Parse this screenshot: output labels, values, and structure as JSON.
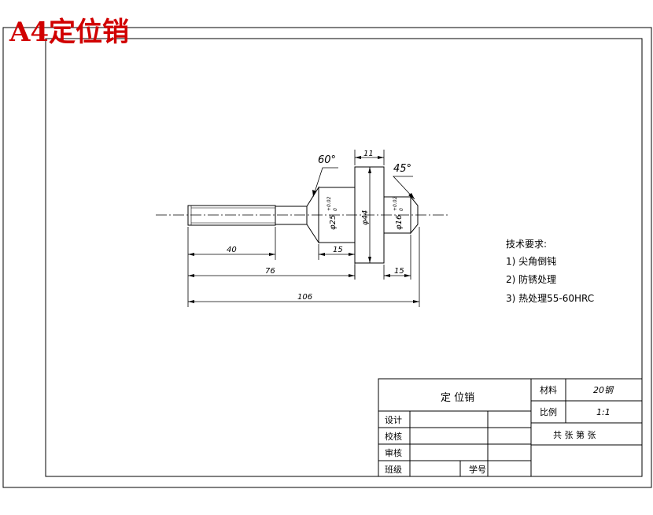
{
  "header": {
    "title": "A4定位销"
  },
  "dimensions": {
    "len_thread": "40",
    "len_mid": "76",
    "len_total": "106",
    "len_collar": "15",
    "len_tip": "15",
    "width_flange": "11",
    "angle_left": "60°",
    "angle_right": "45°",
    "dia_flange": "φ44",
    "dia_main": "φ25",
    "dia_main_tol": "+0.02",
    "dia_main_tol2": "0",
    "dia_tip": "φ16",
    "dia_tip_tol": "+0.02",
    "dia_tip_tol2": "0"
  },
  "notes": {
    "heading": "技术要求:",
    "items": [
      "1) 尖角倒钝",
      "2) 防锈处理",
      "3) 热处理55-60HRC"
    ]
  },
  "title_block": {
    "part_name": "定 位销",
    "material_label": "材料",
    "material_value": "20钢",
    "scale_label": "比例",
    "scale_value": "1:1",
    "sheet_info": "共  张  第  张",
    "row_design": "设计",
    "row_check": "校核",
    "row_review": "审核",
    "row_class": "班级",
    "row_student_no": "学号"
  }
}
